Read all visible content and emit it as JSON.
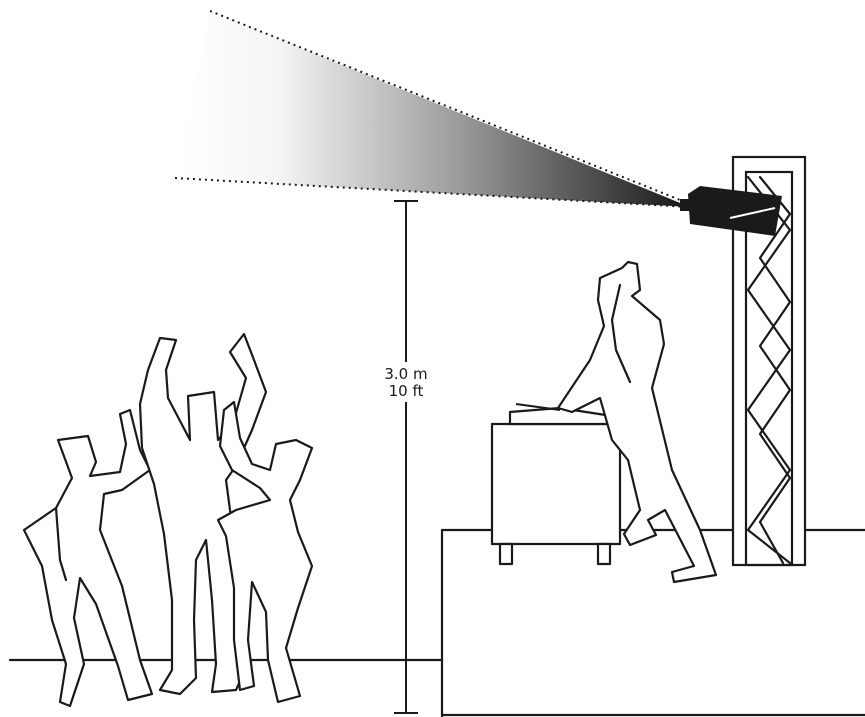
{
  "height_label": {
    "metric": "3.0 m",
    "imperial": "10 ft"
  },
  "colors": {
    "stroke": "#1a1a1a",
    "beam_start": "#ffffff",
    "beam_end": "#1a1a1a",
    "projector_body": "#1a1a1a"
  },
  "icons": [
    "projector-icon",
    "truss-icon",
    "dj-figure",
    "dancer-figure",
    "dj-booth"
  ]
}
